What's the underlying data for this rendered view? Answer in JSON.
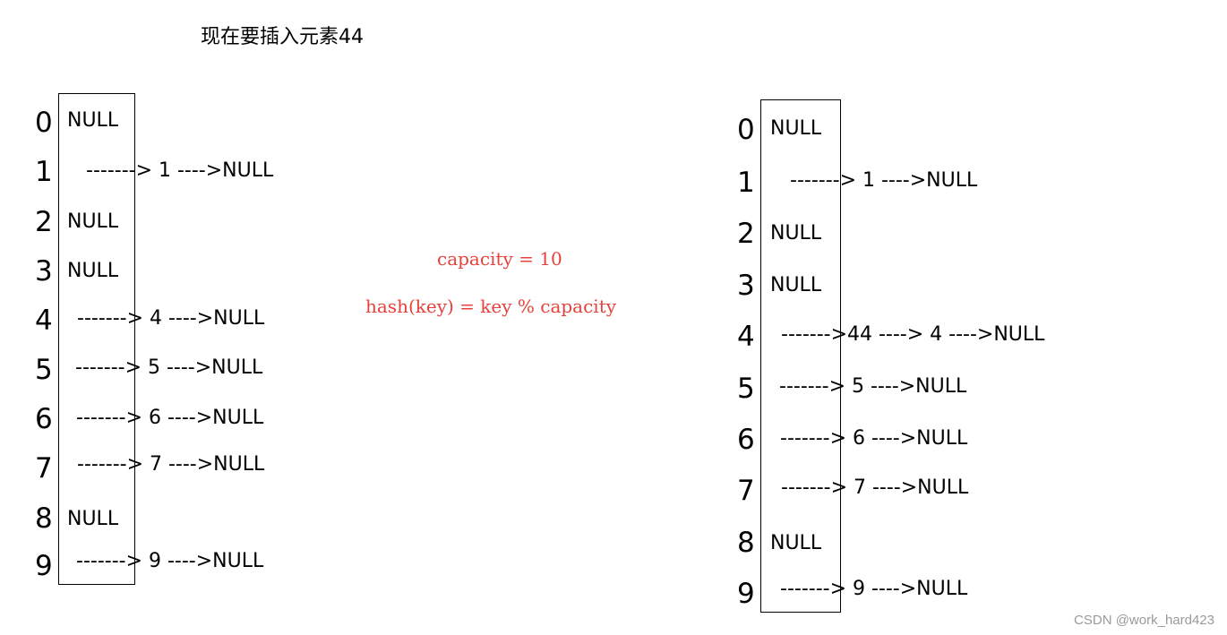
{
  "title": "现在要插入元素44",
  "formulas": {
    "capacity": "capacity = 10",
    "hash": "hash(key) = key % capacity"
  },
  "accent_color": "#e8403a",
  "left_table": {
    "rows": [
      {
        "index": "0",
        "cell": "NULL",
        "chain": ""
      },
      {
        "index": "1",
        "cell": "",
        "chain": "-------> 1 ---->NULL"
      },
      {
        "index": "2",
        "cell": "NULL",
        "chain": ""
      },
      {
        "index": "3",
        "cell": "NULL",
        "chain": ""
      },
      {
        "index": "4",
        "cell": "",
        "chain": "-------> 4 ---->NULL"
      },
      {
        "index": "5",
        "cell": "",
        "chain": "-------> 5 ---->NULL"
      },
      {
        "index": "6",
        "cell": "",
        "chain": "-------> 6 ---->NULL"
      },
      {
        "index": "7",
        "cell": "",
        "chain": "-------> 7 ---->NULL"
      },
      {
        "index": "8",
        "cell": "NULL",
        "chain": ""
      },
      {
        "index": "9",
        "cell": "",
        "chain": "-------> 9 ---->NULL"
      }
    ]
  },
  "right_table": {
    "rows": [
      {
        "index": "0",
        "cell": "NULL",
        "chain": ""
      },
      {
        "index": "1",
        "cell": "",
        "chain": "-------> 1 ---->NULL"
      },
      {
        "index": "2",
        "cell": "NULL",
        "chain": ""
      },
      {
        "index": "3",
        "cell": "NULL",
        "chain": ""
      },
      {
        "index": "4",
        "cell": "",
        "chain": "------->44 ----> 4 ---->NULL"
      },
      {
        "index": "5",
        "cell": "",
        "chain": "-------> 5 ---->NULL"
      },
      {
        "index": "6",
        "cell": "",
        "chain": "-------> 6 ---->NULL"
      },
      {
        "index": "7",
        "cell": "",
        "chain": "-------> 7 ---->NULL"
      },
      {
        "index": "8",
        "cell": "NULL",
        "chain": ""
      },
      {
        "index": "9",
        "cell": "",
        "chain": "-------> 9 ---->NULL"
      }
    ]
  },
  "watermark": "CSDN @work_hard423"
}
